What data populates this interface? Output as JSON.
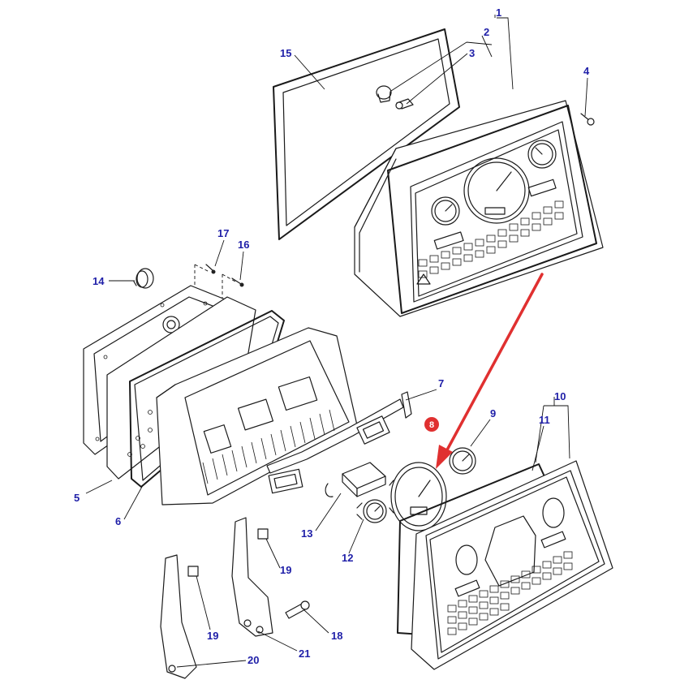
{
  "diagram": {
    "type": "exploded-parts-view",
    "highlight_color": "#e03030",
    "label_color": "#1f1fa8",
    "highlighted_part": "8",
    "callouts": {
      "c1": "1",
      "c2": "2",
      "c3": "3",
      "c4": "4",
      "c5": "5",
      "c6": "6",
      "c7": "7",
      "c8": "8",
      "c9": "9",
      "c10": "10",
      "c11": "11",
      "c12": "12",
      "c13": "13",
      "c14": "14",
      "c15": "15",
      "c16": "16",
      "c17": "17",
      "c18": "18",
      "c19a": "19",
      "c19b": "19",
      "c20": "20",
      "c21": "21"
    }
  }
}
